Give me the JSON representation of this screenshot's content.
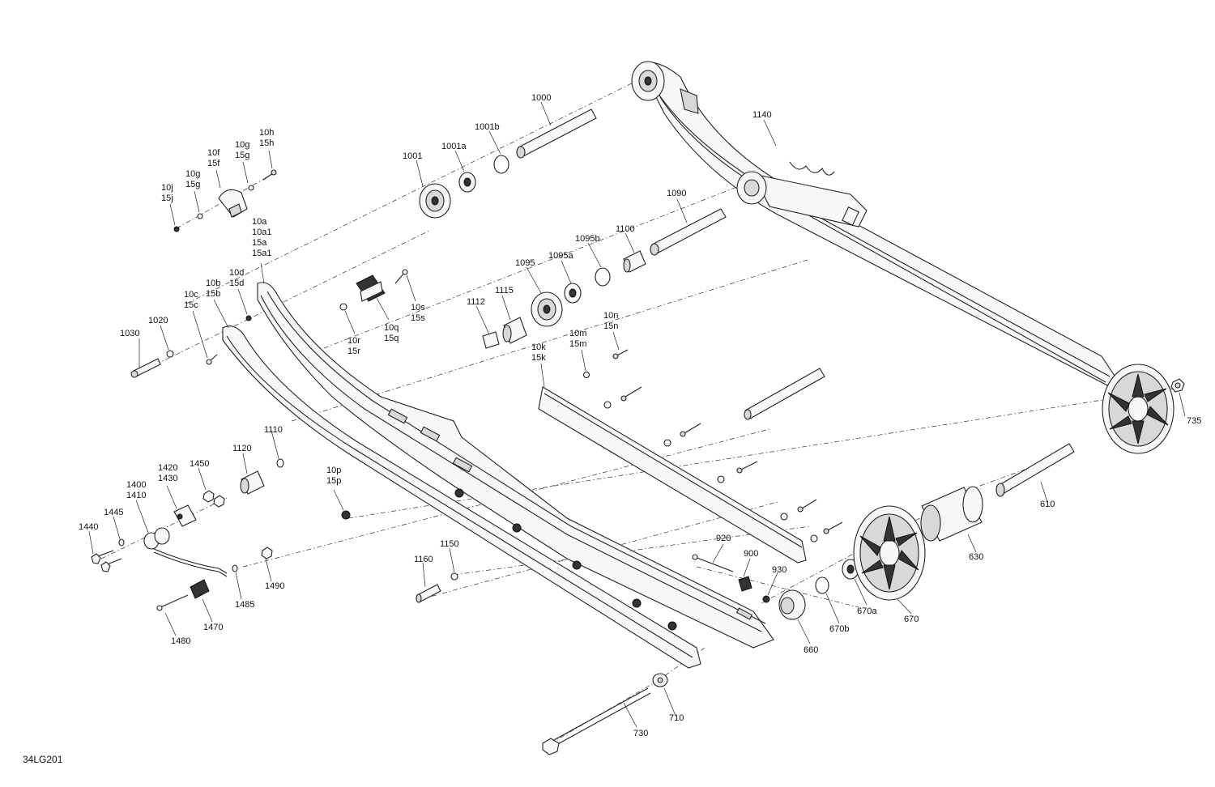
{
  "diagram_code": "34LG201",
  "callouts": [
    {
      "id": "c1000",
      "lines": [
        "1000"
      ]
    },
    {
      "id": "c1001b",
      "lines": [
        "1001b"
      ]
    },
    {
      "id": "c1001a",
      "lines": [
        "1001a"
      ]
    },
    {
      "id": "c1001",
      "lines": [
        "1001"
      ]
    },
    {
      "id": "c10h",
      "lines": [
        "10h",
        "15h"
      ]
    },
    {
      "id": "c10g_top",
      "lines": [
        "10g",
        "15g"
      ]
    },
    {
      "id": "c10f",
      "lines": [
        "10f",
        "15f"
      ]
    },
    {
      "id": "c10g",
      "lines": [
        "10g",
        "15g"
      ]
    },
    {
      "id": "c10j",
      "lines": [
        "10j",
        "15j"
      ]
    },
    {
      "id": "c10a",
      "lines": [
        "10a",
        "10a1",
        "15a",
        "15a1"
      ]
    },
    {
      "id": "c10d",
      "lines": [
        "10d",
        "15d"
      ]
    },
    {
      "id": "c10b",
      "lines": [
        "10b",
        "15b"
      ]
    },
    {
      "id": "c10c",
      "lines": [
        "10c",
        "15c"
      ]
    },
    {
      "id": "c1020",
      "lines": [
        "1020"
      ]
    },
    {
      "id": "c1030",
      "lines": [
        "1030"
      ]
    },
    {
      "id": "c10s",
      "lines": [
        "10s",
        "15s"
      ]
    },
    {
      "id": "c10q",
      "lines": [
        "10q",
        "15q"
      ]
    },
    {
      "id": "c10r",
      "lines": [
        "10r",
        "15r"
      ]
    },
    {
      "id": "c1090",
      "lines": [
        "1090"
      ]
    },
    {
      "id": "c1100",
      "lines": [
        "1100"
      ]
    },
    {
      "id": "c1095b",
      "lines": [
        "1095b"
      ]
    },
    {
      "id": "c1095a",
      "lines": [
        "1095a"
      ]
    },
    {
      "id": "c1095",
      "lines": [
        "1095"
      ]
    },
    {
      "id": "c1115",
      "lines": [
        "1115"
      ]
    },
    {
      "id": "c1112",
      "lines": [
        "1112"
      ]
    },
    {
      "id": "c10n",
      "lines": [
        "10n",
        "15n"
      ]
    },
    {
      "id": "c10m",
      "lines": [
        "10m",
        "15m"
      ]
    },
    {
      "id": "c10k",
      "lines": [
        "10k",
        "15k"
      ]
    },
    {
      "id": "c1140",
      "lines": [
        "1140"
      ]
    },
    {
      "id": "c735",
      "lines": [
        "735"
      ]
    },
    {
      "id": "c1110",
      "lines": [
        "1110"
      ]
    },
    {
      "id": "c1120",
      "lines": [
        "1120"
      ]
    },
    {
      "id": "c1450",
      "lines": [
        "1450"
      ]
    },
    {
      "id": "c1420",
      "lines": [
        "1420",
        "1430"
      ]
    },
    {
      "id": "c1400",
      "lines": [
        "1400",
        "1410"
      ]
    },
    {
      "id": "c1445",
      "lines": [
        "1445"
      ]
    },
    {
      "id": "c1440",
      "lines": [
        "1440"
      ]
    },
    {
      "id": "c10p",
      "lines": [
        "10p",
        "15p"
      ]
    },
    {
      "id": "c1490",
      "lines": [
        "1490"
      ]
    },
    {
      "id": "c1485",
      "lines": [
        "1485"
      ]
    },
    {
      "id": "c1470",
      "lines": [
        "1470"
      ]
    },
    {
      "id": "c1480",
      "lines": [
        "1480"
      ]
    },
    {
      "id": "c1150",
      "lines": [
        "1150"
      ]
    },
    {
      "id": "c1160",
      "lines": [
        "1160"
      ]
    },
    {
      "id": "c920",
      "lines": [
        "920"
      ]
    },
    {
      "id": "c900",
      "lines": [
        "900"
      ]
    },
    {
      "id": "c930",
      "lines": [
        "930"
      ]
    },
    {
      "id": "c660",
      "lines": [
        "660"
      ]
    },
    {
      "id": "c670b",
      "lines": [
        "670b"
      ]
    },
    {
      "id": "c670a",
      "lines": [
        "670a"
      ]
    },
    {
      "id": "c670",
      "lines": [
        "670"
      ]
    },
    {
      "id": "c630",
      "lines": [
        "630"
      ]
    },
    {
      "id": "c610",
      "lines": [
        "610"
      ]
    },
    {
      "id": "c710",
      "lines": [
        "710"
      ]
    },
    {
      "id": "c730",
      "lines": [
        "730"
      ]
    }
  ]
}
